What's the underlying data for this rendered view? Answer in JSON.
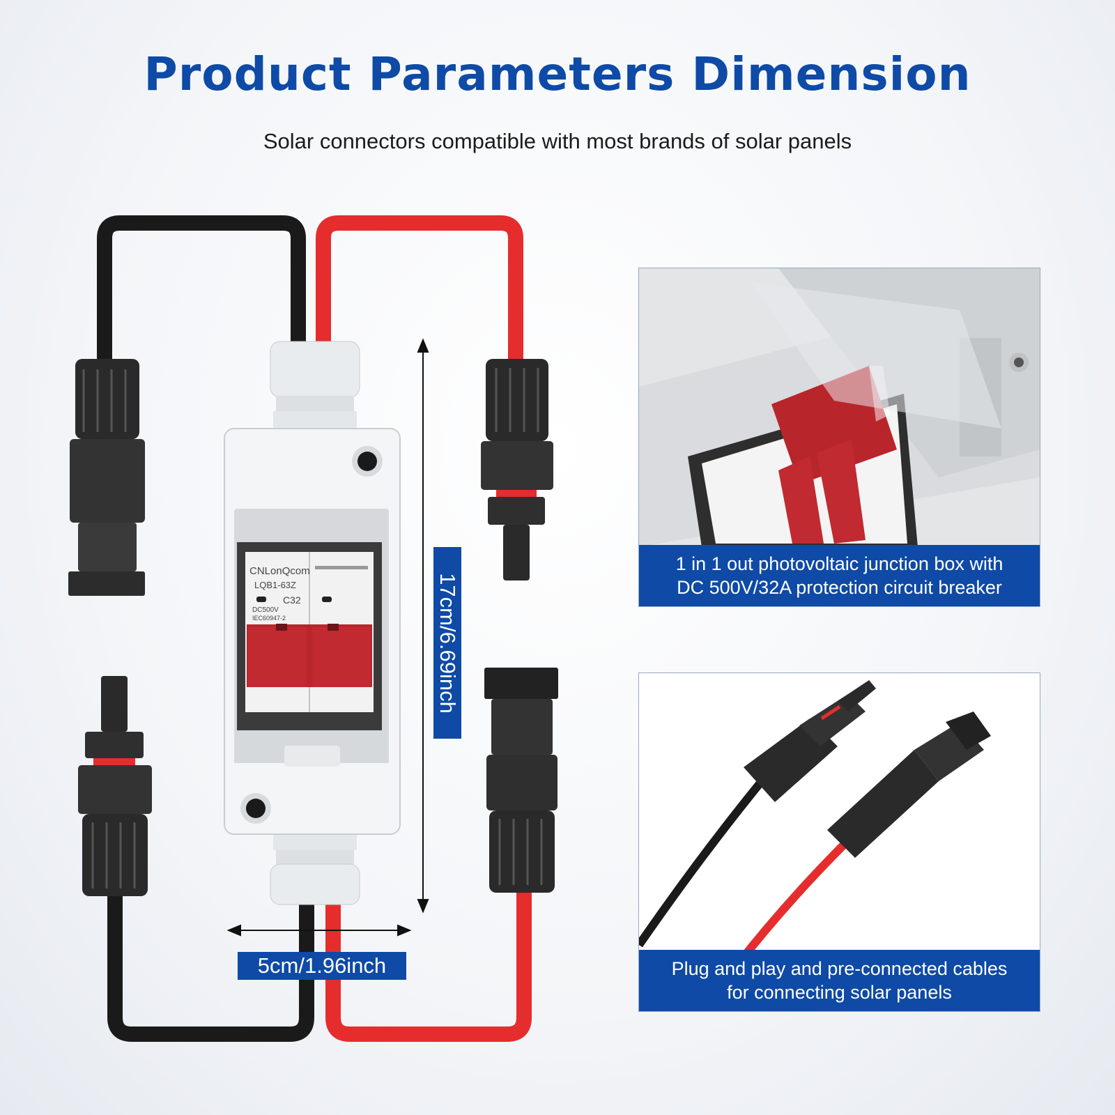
{
  "header": {
    "title": "Product Parameters Dimension",
    "subtitle": "Solar connectors compatible with most brands of solar panels"
  },
  "product": {
    "brand": "CNLonQcom",
    "model": "LQB1-63Z",
    "rating": "C32",
    "voltage": "DC500V",
    "standard": "IEC60947-2"
  },
  "dimensions": {
    "height_label": "17cm/6.69inch",
    "width_label": "5cm/1.96inch"
  },
  "panels": [
    {
      "caption_line1": "1 in 1 out photovoltaic junction box with",
      "caption_line2": "DC 500V/32A protection circuit breaker"
    },
    {
      "caption_line1": "Plug and play and pre-connected cables",
      "caption_line2": "for connecting solar panels"
    }
  ],
  "colors": {
    "brand_blue": "#0e4aa6",
    "cable_red": "#e52d2d",
    "cable_black": "#1a1a1a",
    "breaker_red": "#b8252b"
  }
}
